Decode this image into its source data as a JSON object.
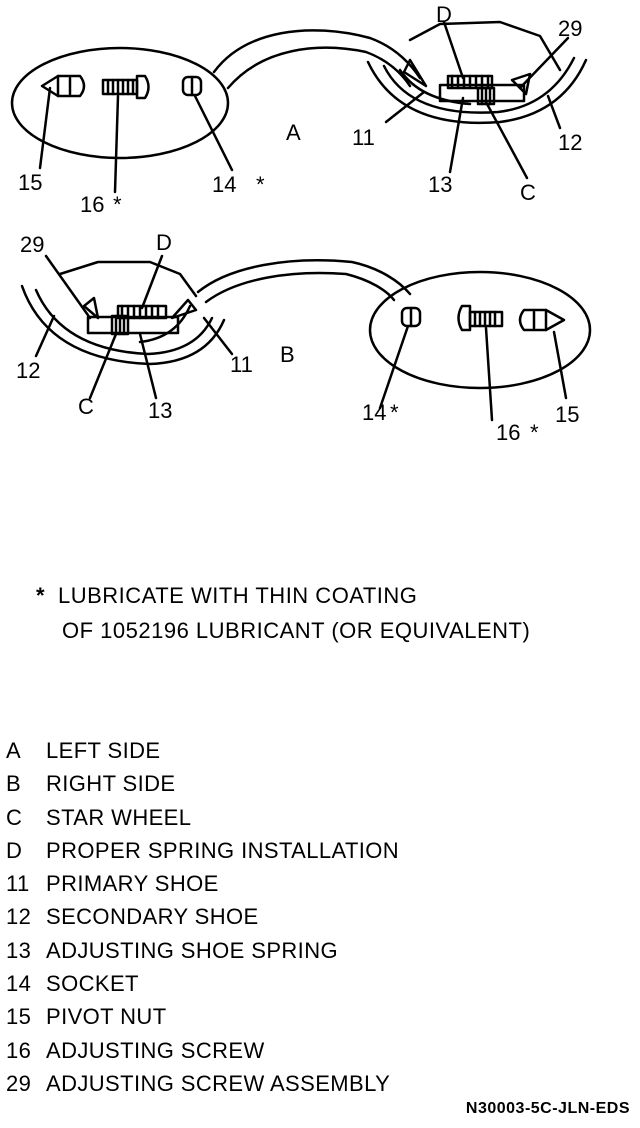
{
  "diagram": {
    "callouts": {
      "A": "A",
      "B": "B",
      "C": "C",
      "D": "D",
      "n11": "11",
      "n12": "12",
      "n13": "13",
      "n14": "14",
      "n15": "15",
      "n16": "16",
      "n29": "29",
      "star": "*"
    }
  },
  "note": {
    "asterisk": "*",
    "line1": "LUBRICATE WITH THIN COATING",
    "line2": "OF 1052196 LUBRICANT (OR EQUIVALENT)"
  },
  "legend": [
    {
      "key": "A",
      "label": "LEFT SIDE"
    },
    {
      "key": "B",
      "label": "RIGHT SIDE"
    },
    {
      "key": "C",
      "label": "STAR WHEEL"
    },
    {
      "key": "D",
      "label": "PROPER SPRING INSTALLATION"
    },
    {
      "key": "11",
      "label": "PRIMARY SHOE"
    },
    {
      "key": "12",
      "label": "SECONDARY SHOE"
    },
    {
      "key": "13",
      "label": "ADJUSTING SHOE SPRING"
    },
    {
      "key": "14",
      "label": "SOCKET"
    },
    {
      "key": "15",
      "label": "PIVOT NUT"
    },
    {
      "key": "16",
      "label": "ADJUSTING SCREW"
    },
    {
      "key": "29",
      "label": "ADJUSTING SCREW ASSEMBLY"
    }
  ],
  "drawing_code": "N30003-5C-JLN-EDS"
}
